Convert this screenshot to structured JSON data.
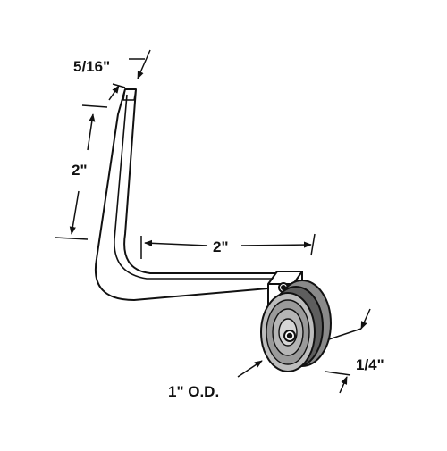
{
  "diagram": {
    "dimensions": {
      "strap_width": "5/16\"",
      "vertical_leg": "2\"",
      "horizontal_leg": "2\"",
      "wheel_width": "1/4\"",
      "wheel_diameter": "1\" O.D."
    }
  }
}
